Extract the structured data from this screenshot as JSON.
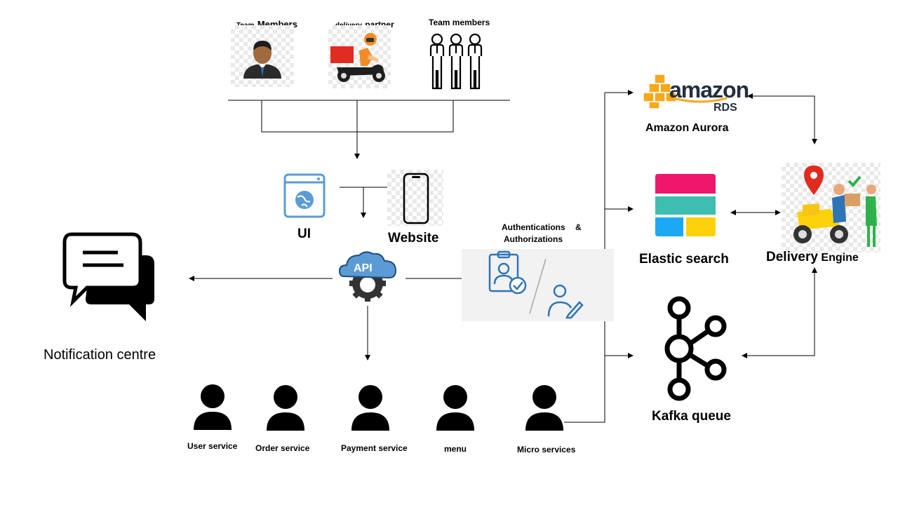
{
  "top_actors": {
    "team_members_small": "Team",
    "team_members_big": "Members",
    "delivery_small": "delivery",
    "delivery_big": "partner",
    "team_members_2": "Team members"
  },
  "clients": {
    "ui": "UI",
    "website": "Website"
  },
  "auth": {
    "line1": "Authentications",
    "amp": "&",
    "line2": "Authorizations"
  },
  "api": {
    "label": "API"
  },
  "notification": {
    "label": "Notification centre"
  },
  "services": [
    {
      "label": "User service"
    },
    {
      "label": "Order service"
    },
    {
      "label": "Payment service"
    },
    {
      "label": "menu"
    },
    {
      "label": "Micro services"
    }
  ],
  "datastores": {
    "amazon_logo": "amazon",
    "rds": "RDS",
    "aurora": "Amazon Aurora",
    "elastic": "Elastic search",
    "kafka": "Kafka queue"
  },
  "engine": {
    "big": "Delivery",
    "small": "Engine"
  },
  "colors": {
    "amazon_orange": "#F7A81B",
    "elastic_pink": "#F0166B",
    "elastic_teal": "#3EBEB0",
    "elastic_blue": "#1BA9F5",
    "elastic_yellow": "#FED10A",
    "ui_blue": "#5B9BD5",
    "auth_blue": "#2E75B6"
  }
}
